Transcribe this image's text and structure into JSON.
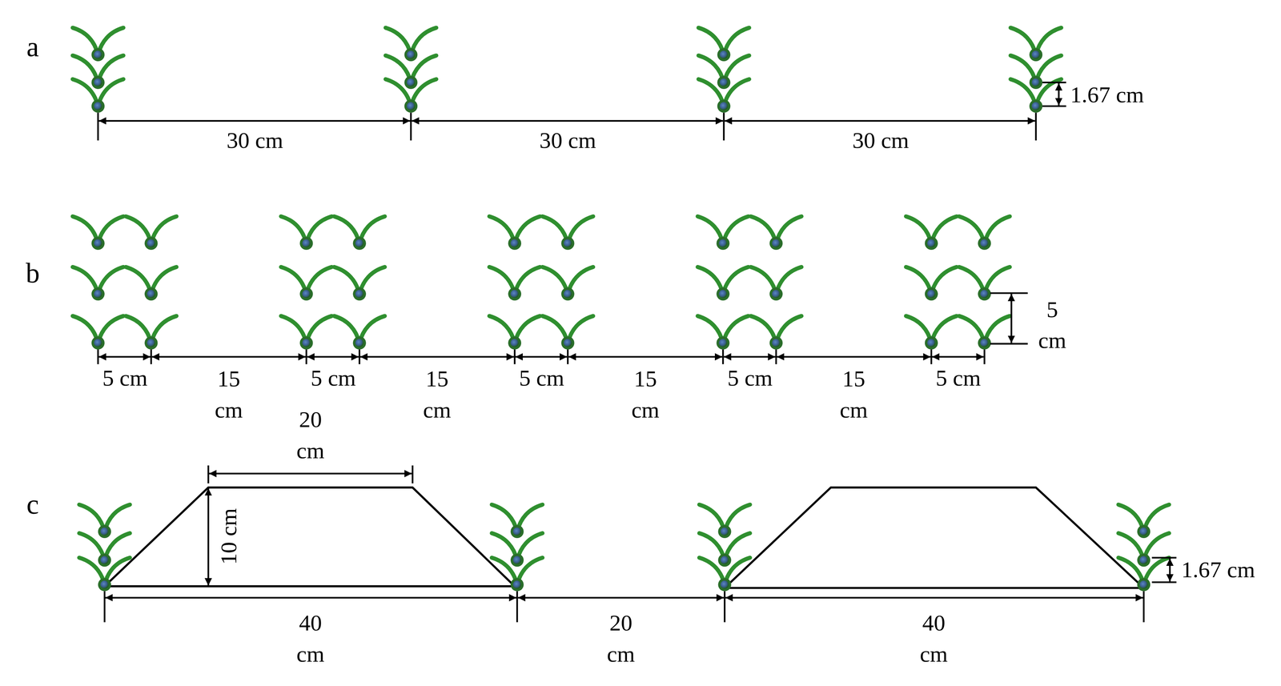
{
  "diagram": {
    "labels": [
      "a",
      "30 cm",
      "30 cm",
      "30 cm",
      "1.67 cm",
      "b",
      "5 cm",
      "15 cm",
      "5 cm",
      "15 cm",
      "5 cm",
      "15 cm",
      "5 cm",
      "15 cm",
      "5 cm",
      "5 cm",
      "c",
      "20 cm",
      "10 cm",
      "40 cm",
      "20 cm",
      "40 cm",
      "1.67 cm"
    ]
  }
}
